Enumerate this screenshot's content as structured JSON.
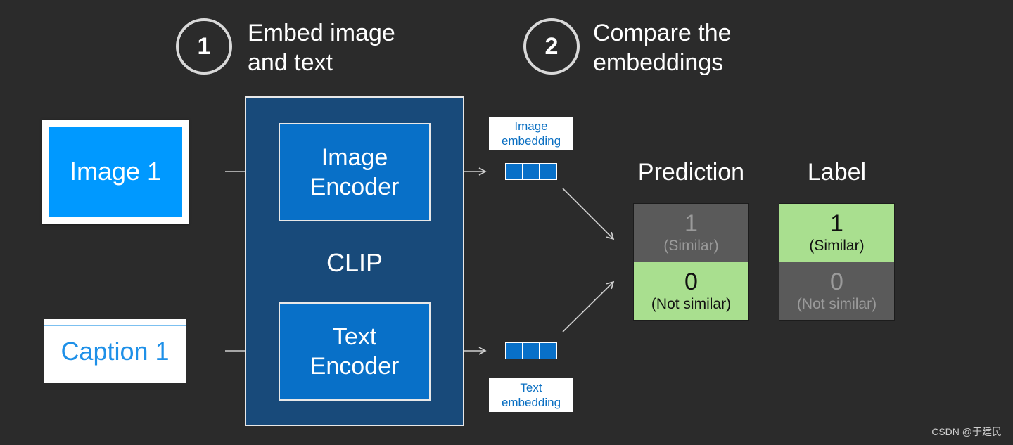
{
  "steps": [
    {
      "number": "1",
      "text_line1": "Embed image",
      "text_line2": "and text"
    },
    {
      "number": "2",
      "text_line1": "Compare the",
      "text_line2": "embeddings"
    }
  ],
  "inputs": {
    "image_label": "Image 1",
    "caption_label": "Caption 1"
  },
  "clip": {
    "label": "CLIP",
    "image_encoder": {
      "line1": "Image",
      "line2": "Encoder"
    },
    "text_encoder": {
      "line1": "Text",
      "line2": "Encoder"
    }
  },
  "embeddings": {
    "image": {
      "line1": "Image",
      "line2": "embedding"
    },
    "text": {
      "line1": "Text",
      "line2": "embedding"
    }
  },
  "prediction": {
    "title": "Prediction",
    "rows": [
      {
        "value": "1",
        "label": "(Similar)"
      },
      {
        "value": "0",
        "label": "(Not similar)"
      }
    ]
  },
  "label": {
    "title": "Label",
    "rows": [
      {
        "value": "1",
        "label": "(Similar)"
      },
      {
        "value": "0",
        "label": "(Not similar)"
      }
    ]
  },
  "colors": {
    "background": "#2b2b2b",
    "clip_panel": "#184a7a",
    "encoder": "#0870c8",
    "image_fill": "#0099ff",
    "highlight_green": "#a9df8f",
    "inactive_gray": "#5a5a5a"
  },
  "watermark": "CSDN @于建民"
}
